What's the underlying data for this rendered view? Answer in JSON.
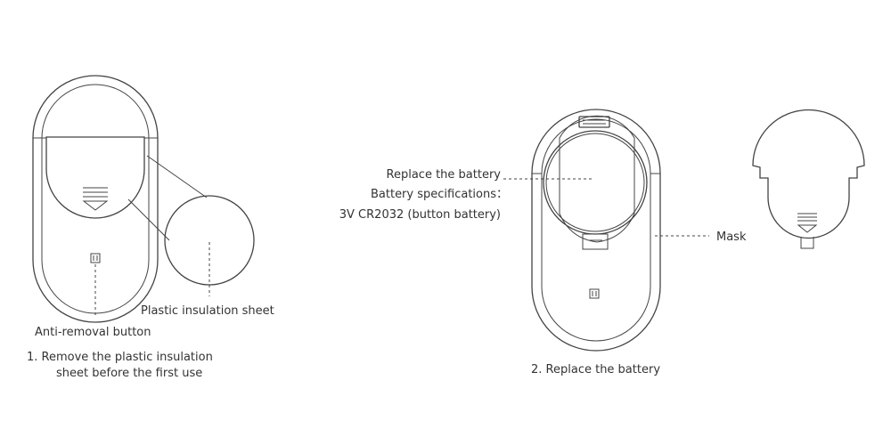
{
  "step1": {
    "label_button": "Anti-removal button",
    "label_sheet": "Plastic insulation sheet",
    "caption_line1": "1. Remove the plastic insulation",
    "caption_line2": "sheet before the first use"
  },
  "step2": {
    "label_replace": "Replace the battery",
    "label_specs": "Battery specifications：",
    "label_model": "3V CR2032 (button battery)",
    "label_mask": "Mask",
    "caption": "2. Replace the battery"
  }
}
